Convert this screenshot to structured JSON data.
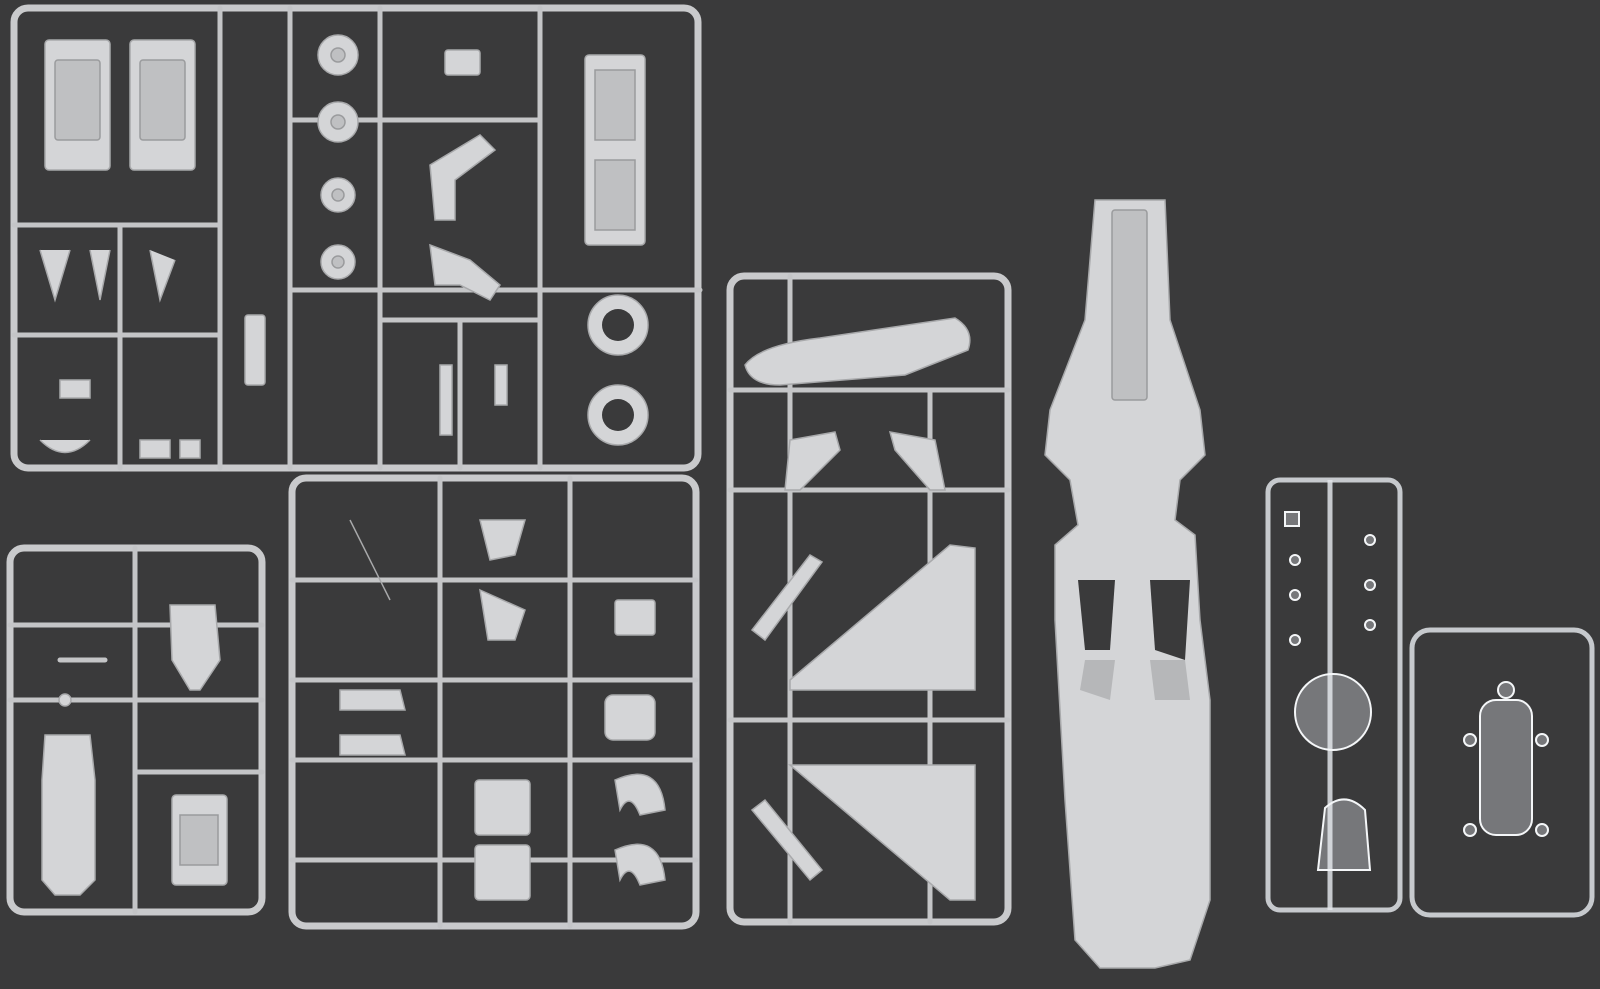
{
  "scene": {
    "background_color": "#3a3a3b",
    "plastic_color": "#d4d5d7",
    "clear_plastic_color": "#e8ecf0"
  },
  "objects": [
    {
      "id": "sprue-upper-left",
      "kind": "grey sprue"
    },
    {
      "id": "sprue-lower-left",
      "kind": "grey sprue"
    },
    {
      "id": "sprue-center-bottom",
      "kind": "grey sprue"
    },
    {
      "id": "sprue-wings-tails",
      "kind": "grey sprue"
    },
    {
      "id": "fuselage-half",
      "kind": "grey part"
    },
    {
      "id": "clear-sprue-1",
      "kind": "clear sprue"
    },
    {
      "id": "clear-sprue-2",
      "kind": "clear sprue"
    }
  ]
}
